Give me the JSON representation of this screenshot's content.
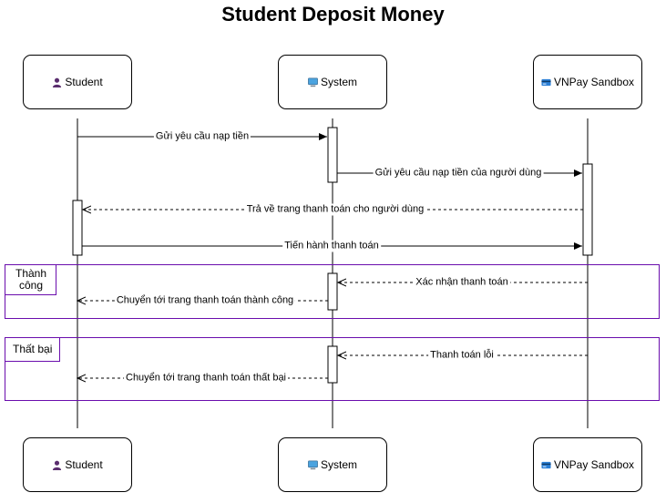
{
  "title": "Student Deposit Money",
  "participants": [
    {
      "label": "Student",
      "icon": "student-icon"
    },
    {
      "label": "System",
      "icon": "computer-icon"
    },
    {
      "label": "VNPay Sandbox",
      "icon": "credit-card-icon"
    }
  ],
  "messages": [
    "Gửi yêu cầu nạp tiền",
    "Gửi yêu cầu nạp tiền của người dùng",
    "Trả về trang thanh toán cho người dùng",
    "Tiến hành thanh toán",
    "Xác nhận thanh toán",
    "Chuyển tới trang thanh toán thành công",
    "Thanh toán lỗi",
    "Chuyển tới trang thanh toán thất bại"
  ],
  "fragments": [
    {
      "label": "Thành công"
    },
    {
      "label": "Thất bại"
    }
  ],
  "colors": {
    "frame": "#6a0dad",
    "line": "#000000"
  }
}
